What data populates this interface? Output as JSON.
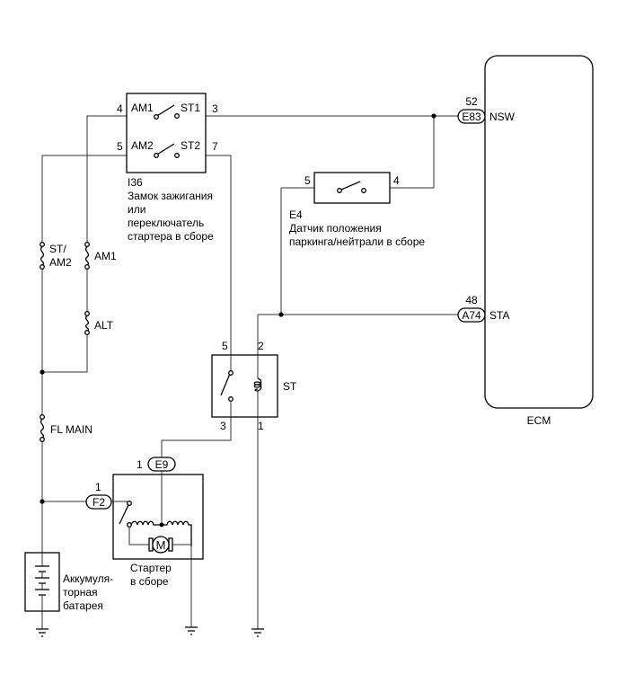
{
  "ecm": {
    "label": "ECM",
    "pins": [
      {
        "num": "52",
        "connector": "E83",
        "name": "NSW"
      },
      {
        "num": "48",
        "connector": "A74",
        "name": "STA"
      }
    ]
  },
  "ignition_switch": {
    "id": "I36",
    "desc": [
      "Замок зажигания",
      "или",
      "переключатель",
      "стартера в сборе"
    ],
    "terminals": {
      "am1": "AM1",
      "st1": "ST1",
      "am2": "AM2",
      "st2": "ST2"
    },
    "pins": {
      "am1": "4",
      "st1": "3",
      "am2": "5",
      "st2": "7"
    }
  },
  "neutral_switch": {
    "id": "E4",
    "desc": [
      "Датчик положения",
      "паркинга/нейтрали в сборе"
    ],
    "pins": {
      "left": "5",
      "right": "4"
    }
  },
  "fuses": {
    "st_am2": [
      "ST/",
      "AM2"
    ],
    "am1": "AM1",
    "alt": "ALT",
    "fl_main": "FL MAIN"
  },
  "relay": {
    "label": "ST",
    "pins": {
      "tl": "5",
      "tr": "2",
      "bl": "3",
      "br": "1"
    }
  },
  "starter": {
    "connectors": {
      "e9": "E9",
      "f2": "F2"
    },
    "pins": {
      "e9": "1",
      "f2": "1"
    },
    "motor_symbol": "M",
    "desc": [
      "Стартер",
      "в сборе"
    ]
  },
  "battery": {
    "desc": [
      "Аккумуля-",
      "торная",
      "батарея"
    ]
  }
}
